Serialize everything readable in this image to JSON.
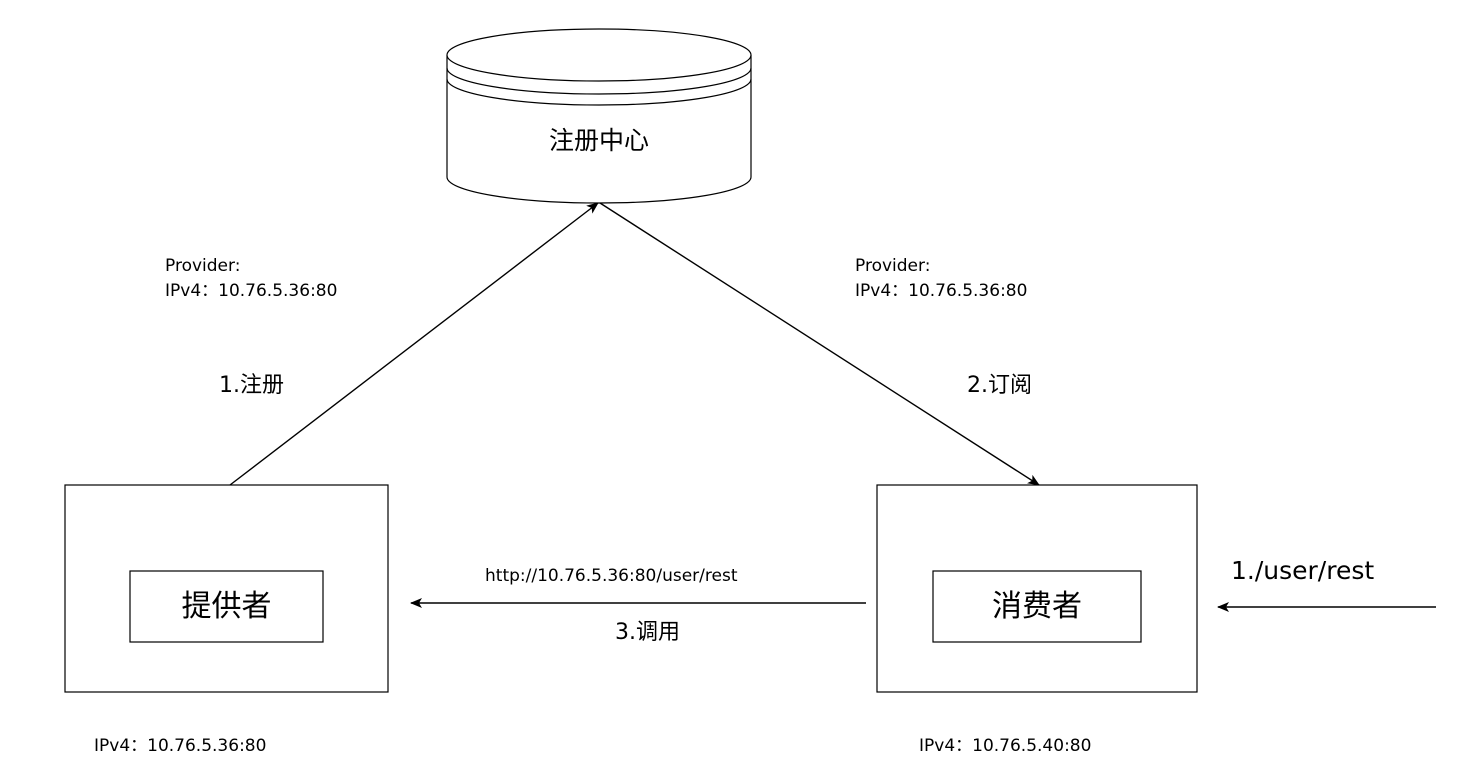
{
  "registry": {
    "label": "注册中心"
  },
  "provider": {
    "label": "提供者",
    "ip": "IPv4：10.76.5.36:80"
  },
  "consumer": {
    "label": "消费者",
    "ip": "IPv4：10.76.5.40:80"
  },
  "register_edge": {
    "step": "1.注册",
    "info_line1": "Provider:",
    "info_line2": "IPv4：10.76.5.36:80"
  },
  "subscribe_edge": {
    "step": "2.订阅",
    "info_line1": "Provider:",
    "info_line2": "IPv4：10.76.5.36:80"
  },
  "invoke_edge": {
    "url": "http://10.76.5.36:80/user/rest",
    "step": "3.调用"
  },
  "request_edge": {
    "step": "1./user/rest"
  },
  "colors": {
    "stroke": "#000000",
    "fill": "#ffffff",
    "text": "#000000"
  }
}
